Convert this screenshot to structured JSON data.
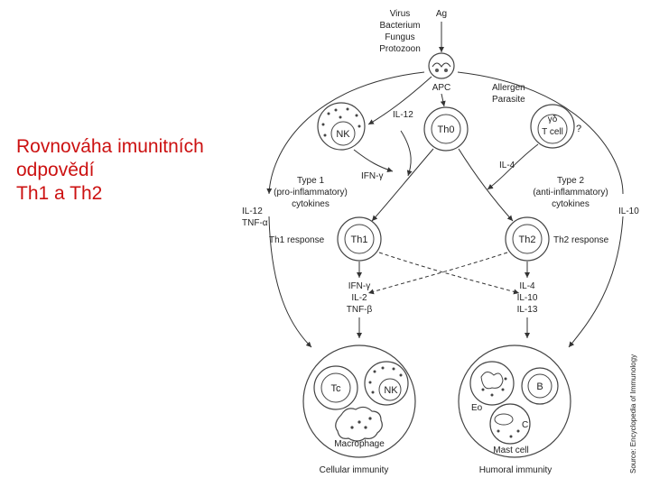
{
  "title": {
    "lines": [
      "Rovnováha imunitních",
      "odpovědí",
      "Th1 a Th2"
    ]
  },
  "diagram": {
    "pathogens": [
      "Virus",
      "Bacterium",
      "Fungus",
      "Protozoon"
    ],
    "ag": "Ag",
    "apc": "APC",
    "allergen": [
      "Allergen",
      "Parasite"
    ],
    "il12_top": "IL-12",
    "nk": "NK",
    "th0": "Th0",
    "gd_symbol": "γδ",
    "gd_cell": "T cell",
    "question": "?",
    "ifn_gamma": "IFN-γ",
    "il4_top": "IL-4",
    "type1": [
      "Type 1",
      "(pro-inflammatory)",
      "cytokines"
    ],
    "type2": [
      "Type 2",
      "(anti-inflammatory)",
      "cytokines"
    ],
    "il12_left": "IL-12",
    "tnf_alpha": "TNF-α",
    "il10_right": "IL-10",
    "th1": "Th1",
    "th2": "Th2",
    "th1_response": "Th1 response",
    "th2_response": "Th2 response",
    "th1_cytokines": [
      "IFN-γ",
      "IL-2",
      "TNF-β"
    ],
    "th2_cytokines": [
      "IL-4",
      "IL-10",
      "IL-13"
    ],
    "tc": "Tc",
    "nk_bottom": "NK",
    "macrophage": "Macrophage",
    "cellular": "Cellular immunity",
    "eo": "Eo",
    "b": "B",
    "mast_c": "C",
    "mast_cell": "Mast cell",
    "humoral": "Humoral immunity",
    "credit": "Source: Encyclopedia of Immunology"
  }
}
